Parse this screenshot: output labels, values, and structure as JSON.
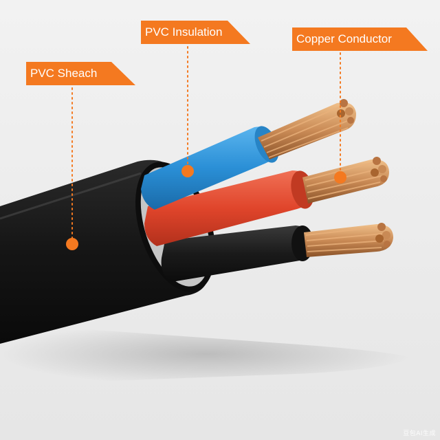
{
  "labels": {
    "sheath": "PVC Sheach",
    "insulation": "PVC Insulation",
    "conductor": "Copper Conductor"
  },
  "colors": {
    "accent": "#f47920",
    "background": "#eeeeee",
    "sheath": "#1b1b1b",
    "blue_wire": "#2a8fd6",
    "red_wire": "#e0452b",
    "copper": "#c98a55"
  },
  "watermark": "豆包AI生成"
}
